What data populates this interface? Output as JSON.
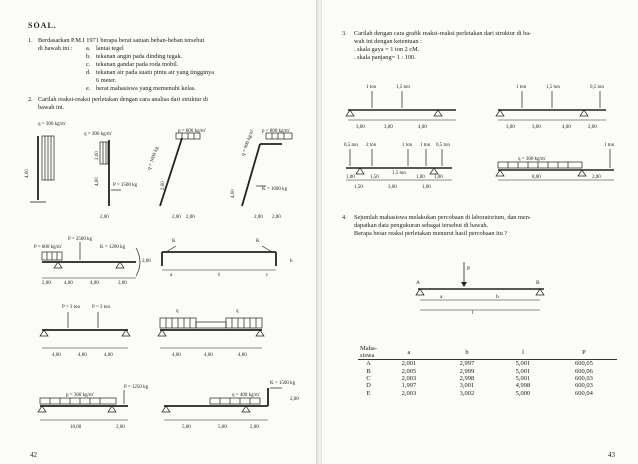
{
  "left": {
    "heading": "SOAL.",
    "q1": {
      "num": "1.",
      "intro1": "Berdasarkan P.M.I 1971 berapa berat satuan beban-beban tersebut",
      "intro2": "di bawah ini :",
      "items": [
        {
          "letter": "a.",
          "text": "lantai tegel"
        },
        {
          "letter": "b.",
          "text": "tekanan angin pada dinding tegak."
        },
        {
          "letter": "c.",
          "text": "tekanan gandar pada roda mobil."
        },
        {
          "letter": "d.",
          "text": "tekanan air pada suatu pintu air yang tingginya"
        },
        {
          "letter": "",
          "text": "6 meter."
        },
        {
          "letter": "e.",
          "text": "berat mahasiswa yang memenuhi kelas."
        }
      ]
    },
    "q2": {
      "num": "2.",
      "line1": "Carilah reaksi-reaksi perletakan dengan cara analisa dari struktur di",
      "line2": "bawah ini."
    },
    "fig_row1": {
      "q300a": "q = 300 kg/m'",
      "h400a": "4,00",
      "q300b": "q = 300 kg/m'",
      "h200": "2,00",
      "h400b": "4,00",
      "p1500": "P = 1500 kg",
      "load1600": "q = 1600 kg",
      "w200": "2,00",
      "p800a": "p = 800 kg/m'",
      "q900": "q = 900 kg/m'",
      "w200b": "2,00",
      "w200c": "2,00",
      "h200b": "2,00",
      "p800b": "p = 800 kg/m'",
      "k1600": "K = 1600 kg",
      "h400c": "4,00",
      "w200d": "2,00",
      "w200e": "2,00"
    },
    "fig_row2": {
      "p2500": "P = 2500 kg",
      "p800": "P = 800 kg/m'",
      "k1200": "K = 1200 kg",
      "h200": "2,00",
      "dims": [
        "2,00",
        "4,00",
        "4,00",
        "2,00"
      ],
      "k_a": "K",
      "k_b": "K",
      "a": "a",
      "l": "ℓ",
      "c": "c",
      "h": "h"
    },
    "fig_row3": {
      "p3": "P = 3 ton",
      "p3b": "P = 3 ton",
      "dims_a": [
        "4,00",
        "4,00",
        "4,00"
      ],
      "q": "q",
      "q2": "q",
      "dims_b": [
        "4,00",
        "4,00",
        "4,00"
      ]
    },
    "fig_row4": {
      "p1250": "P = 1250 kg",
      "q300": "p = 300 kg/m'",
      "d10": "10,00",
      "d2": "2,00",
      "k1500": "K = 1500 kg",
      "q400": "q = 400 kg/m'",
      "h200": "2,00",
      "dims": [
        "5,00",
        "5,00",
        "2,00"
      ]
    },
    "page_no": "42"
  },
  "right": {
    "q3": {
      "num": "3.",
      "line1": "Carilah dengan cara grafik reaksi-reaksi perletakan dari struktur di ba-",
      "line2": "wah ini dengan ketentuan :",
      "b1": ". skala gaya   =  1 ton   2 cM.",
      "b2": ". skala panjang=  1 : 100."
    },
    "beam1": {
      "loads": [
        "1 ton",
        "1,5 ton"
      ],
      "dims": [
        "3,00",
        "3,00",
        "4,00"
      ]
    },
    "beam2": {
      "loads": [
        "1 ton",
        "1,5 ton",
        "0,5 ton"
      ],
      "dims": [
        "3,00",
        "3,00",
        "4,00",
        "2,00"
      ]
    },
    "beam3": {
      "loads": [
        "0,5 ton",
        "2 ton",
        "1 ton",
        "1 ton",
        "0,5 ton"
      ],
      "extra": "1,5 ton",
      "dims": [
        "1,00",
        "1,50",
        "1,00",
        "1,00",
        "1,50",
        "3,00",
        "1,00"
      ]
    },
    "beam4": {
      "q": "q = 300 kg/m'",
      "load": "1 ton",
      "dims": [
        "8,00",
        "2,00"
      ]
    },
    "q4": {
      "num": "4.",
      "line1": "Sejumlah mahasiswa melakukan percobaan di laboratorium, dan men-",
      "line2": "dapatkan data pengukuran sebagai tersebut di bawah.",
      "line3": "Berapa besar reaksi perletakan menurut hasil percobaan itu ?"
    },
    "fig": {
      "P": "P",
      "A": "A",
      "B": "B",
      "a": "a",
      "b": "b",
      "l": "l"
    },
    "table": {
      "headers": [
        "Maha-",
        "siswa",
        "a",
        "b",
        "l",
        "P"
      ],
      "rows": [
        [
          "A",
          "2,001",
          "2,997",
          "5,001",
          "600,05"
        ],
        [
          "B",
          "2,005",
          "2,999",
          "5,001",
          "600,06"
        ],
        [
          "C",
          "2,003",
          "2,998",
          "5,001",
          "600,03"
        ],
        [
          "D",
          "1,997",
          "3,001",
          "4,998",
          "600,03"
        ],
        [
          "E",
          "2,003",
          "3,002",
          "5,000",
          "600,04"
        ]
      ]
    },
    "page_no": "43"
  }
}
